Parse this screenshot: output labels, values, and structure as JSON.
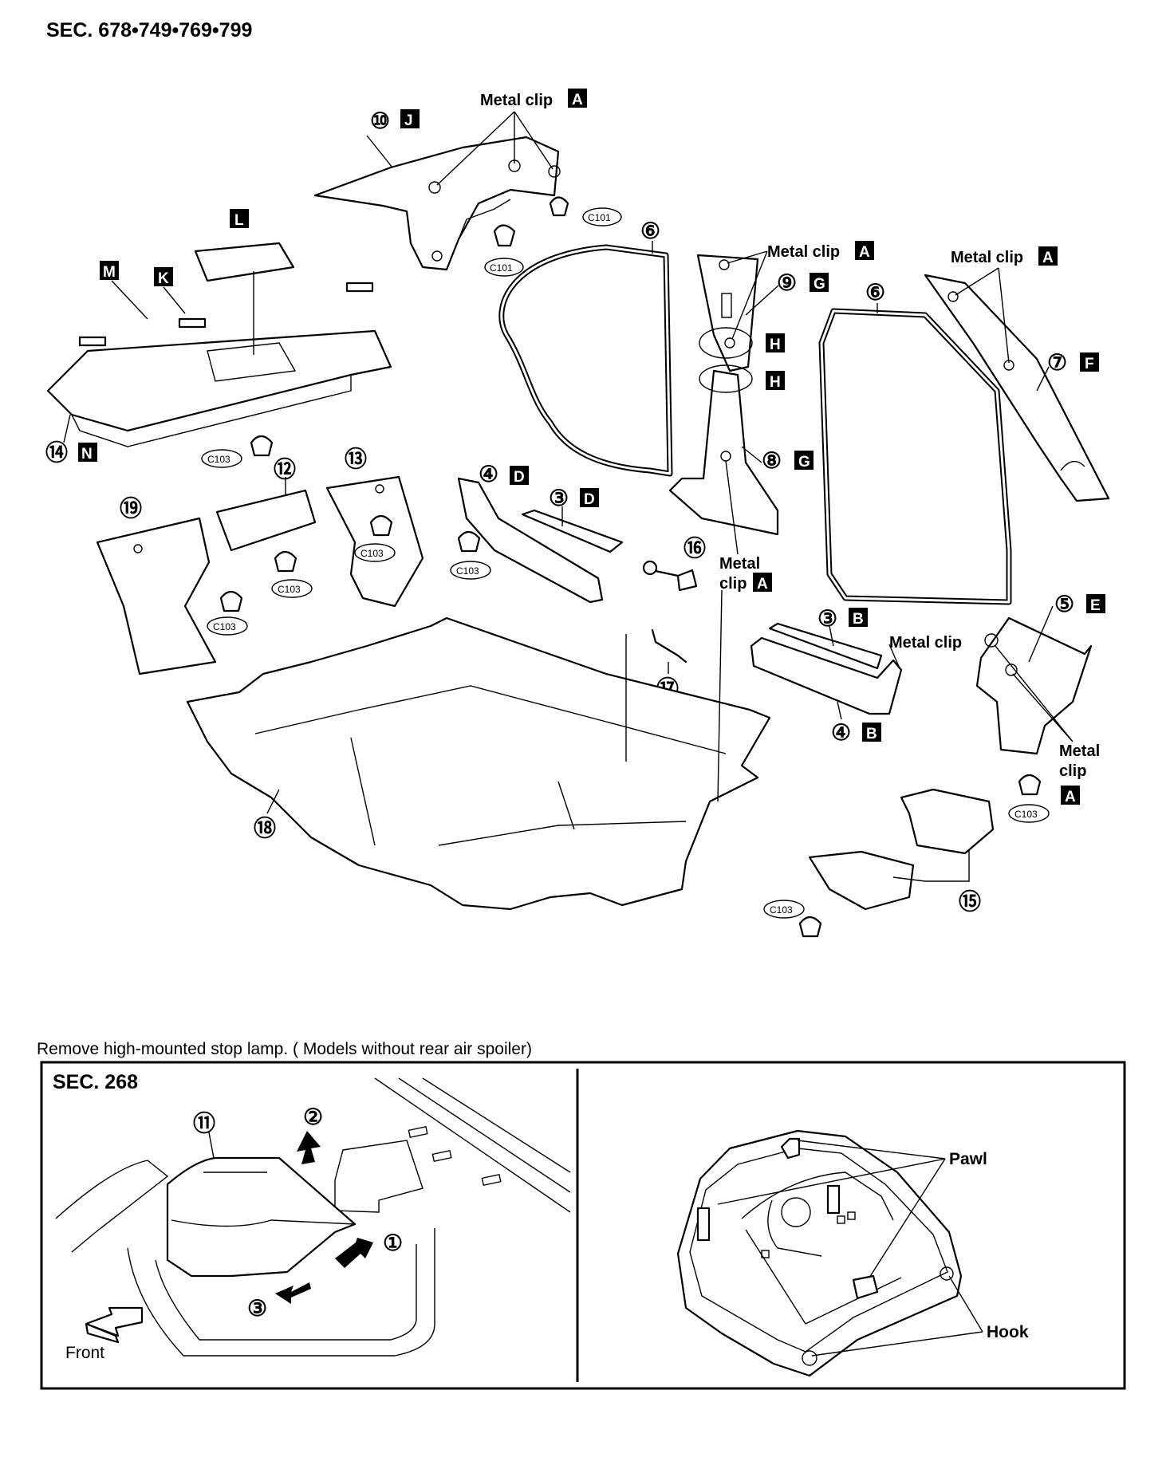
{
  "header": {
    "section": "SEC. 678•749•769•799"
  },
  "main_labels": {
    "metal_clip": "Metal clip",
    "metal": "Metal",
    "clip": "clip",
    "c101": "C101",
    "c103": "C103"
  },
  "callouts": {
    "n3": "③",
    "n4": "④",
    "n5": "⑤",
    "n6": "⑥",
    "n7": "⑦",
    "n8": "⑧",
    "n9": "⑨",
    "n10": "⑩",
    "n11": "⑪",
    "n12": "⑫",
    "n13": "⑬",
    "n14": "⑭",
    "n15": "⑮",
    "n16": "⑯",
    "n17": "⑰",
    "n18": "⑱",
    "n19": "⑲"
  },
  "letters": {
    "A": "A",
    "B": "B",
    "D": "D",
    "E": "E",
    "F": "F",
    "G": "G",
    "H": "H",
    "J": "J",
    "K": "K",
    "L": "L",
    "M": "M",
    "N": "N"
  },
  "inset": {
    "caption": "Remove high-mounted stop lamp. ( Models without rear air spoiler)",
    "section": "SEC. 268",
    "step1": "①",
    "step2": "②",
    "step3": "③",
    "front": "Front",
    "pawl": "Pawl",
    "hook": "Hook"
  }
}
